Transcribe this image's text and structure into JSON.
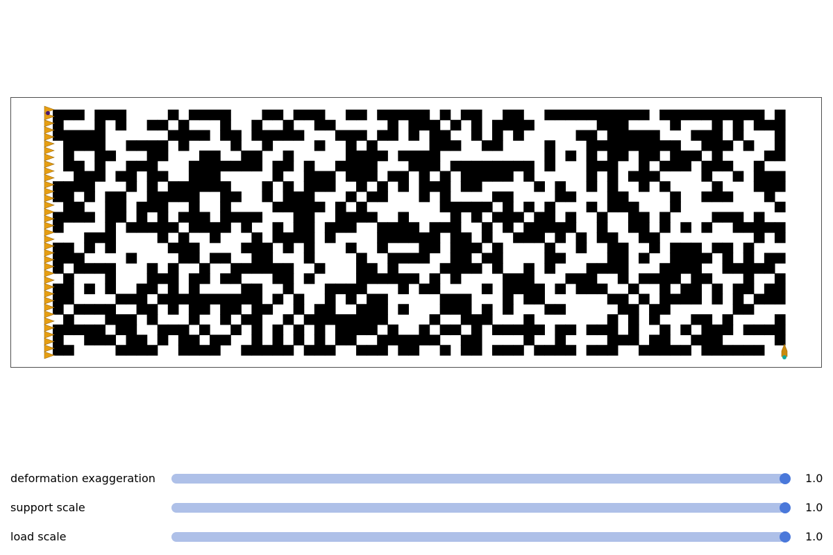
{
  "figure": {
    "grid_cols": 70,
    "grid_rows": 24,
    "material_color": "#000000",
    "support_color": "#e69e12",
    "support_edge_color": "#9a6a10",
    "load_color": "#c98a0f",
    "load_marker_color": "#13a89e",
    "corner_marker_color": "#4b1a6e",
    "frame_color": "#4d4d4d"
  },
  "sliders": [
    {
      "label": "deformation exaggeration",
      "value": "1.0",
      "fraction": 1.0
    },
    {
      "label": "support scale",
      "value": "1.0",
      "fraction": 1.0
    },
    {
      "label": "load scale",
      "value": "1.0",
      "fraction": 1.0
    }
  ],
  "colors": {
    "slider_track": "#aec0e8",
    "slider_handle": "#4a78da"
  }
}
